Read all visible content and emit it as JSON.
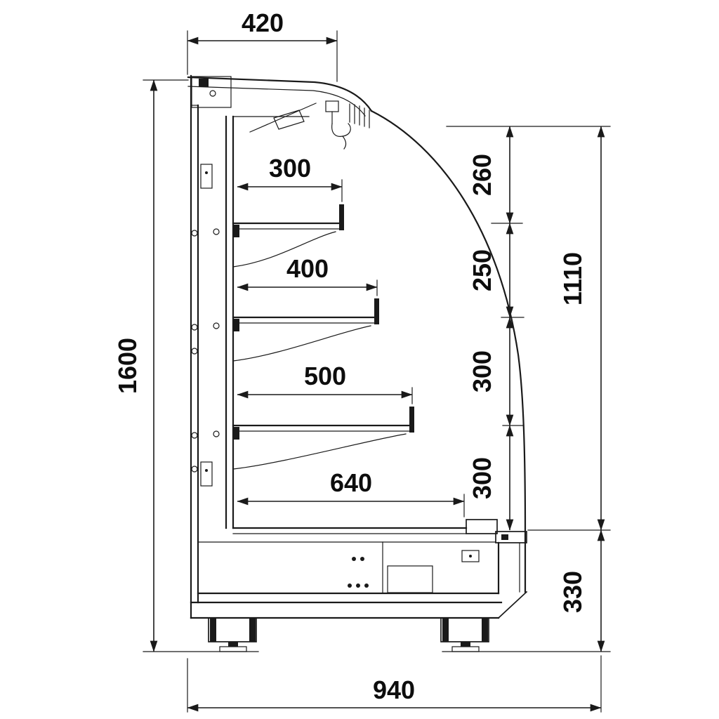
{
  "dimensions": {
    "top_width": "420",
    "overall_height": "1600",
    "shelf_1_depth": "300",
    "shelf_2_depth": "400",
    "shelf_3_depth": "500",
    "well_depth": "640",
    "canopy_to_shelf_1": "260",
    "shelf_1_to_shelf_2": "250",
    "shelf_2_to_shelf_3": "300",
    "shelf_3_to_deck": "300",
    "opening_height": "1110",
    "base_height": "330",
    "overall_depth": "940"
  },
  "colors": {
    "line": "#1a1a1a",
    "background": "#ffffff"
  }
}
